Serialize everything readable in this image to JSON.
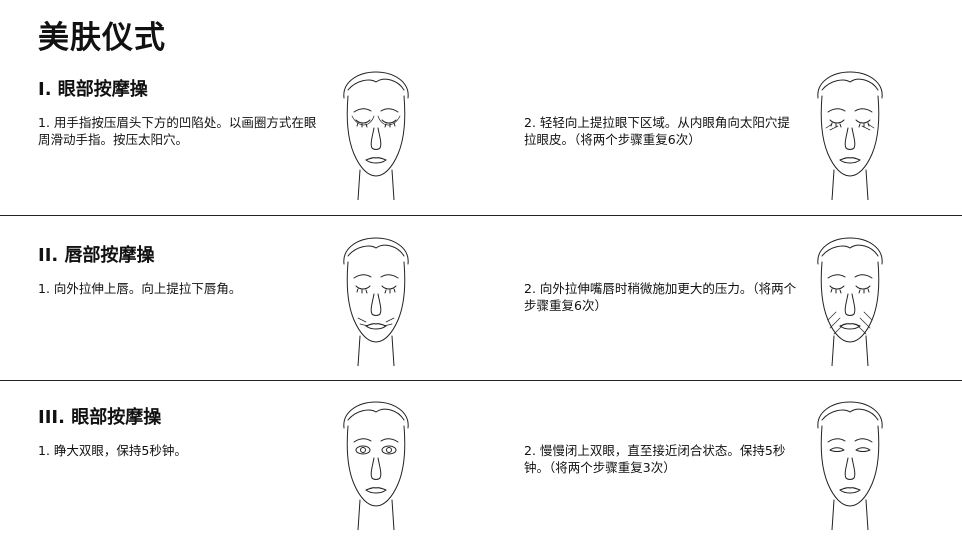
{
  "page": {
    "title": "美肤仪式"
  },
  "sections": [
    {
      "heading": "I. 眼部按摩操",
      "steps": [
        {
          "text": "1. 用手指按压眉头下方的凹陷处。以画圈方式在眼周滑动手指。按压太阳穴。",
          "illustration": "face-eyes-closed-circles-icon"
        },
        {
          "text": "2. 轻轻向上提拉眼下区域。从内眼角向太阳穴提拉眼皮。（将两个步骤重复6次）",
          "illustration": "face-eyes-closed-lift-icon"
        }
      ]
    },
    {
      "heading": "II. 唇部按摩操",
      "steps": [
        {
          "text": "1. 向外拉伸上唇。向上提拉下唇角。",
          "illustration": "face-lips-stretch-icon"
        },
        {
          "text": "2. 向外拉伸嘴唇时稍微施加更大的压力。（将两个步骤重复6次）",
          "illustration": "face-cheek-lift-icon"
        }
      ]
    },
    {
      "heading": "III. 眼部按摩操",
      "steps": [
        {
          "text": "1. 睁大双眼，保持5秒钟。",
          "illustration": "face-eyes-wide-open-icon"
        },
        {
          "text": "2. 慢慢闭上双眼，直至接近闭合状态。保持5秒钟。（将两个步骤重复3次）",
          "illustration": "face-eyes-half-closed-icon"
        }
      ]
    }
  ]
}
